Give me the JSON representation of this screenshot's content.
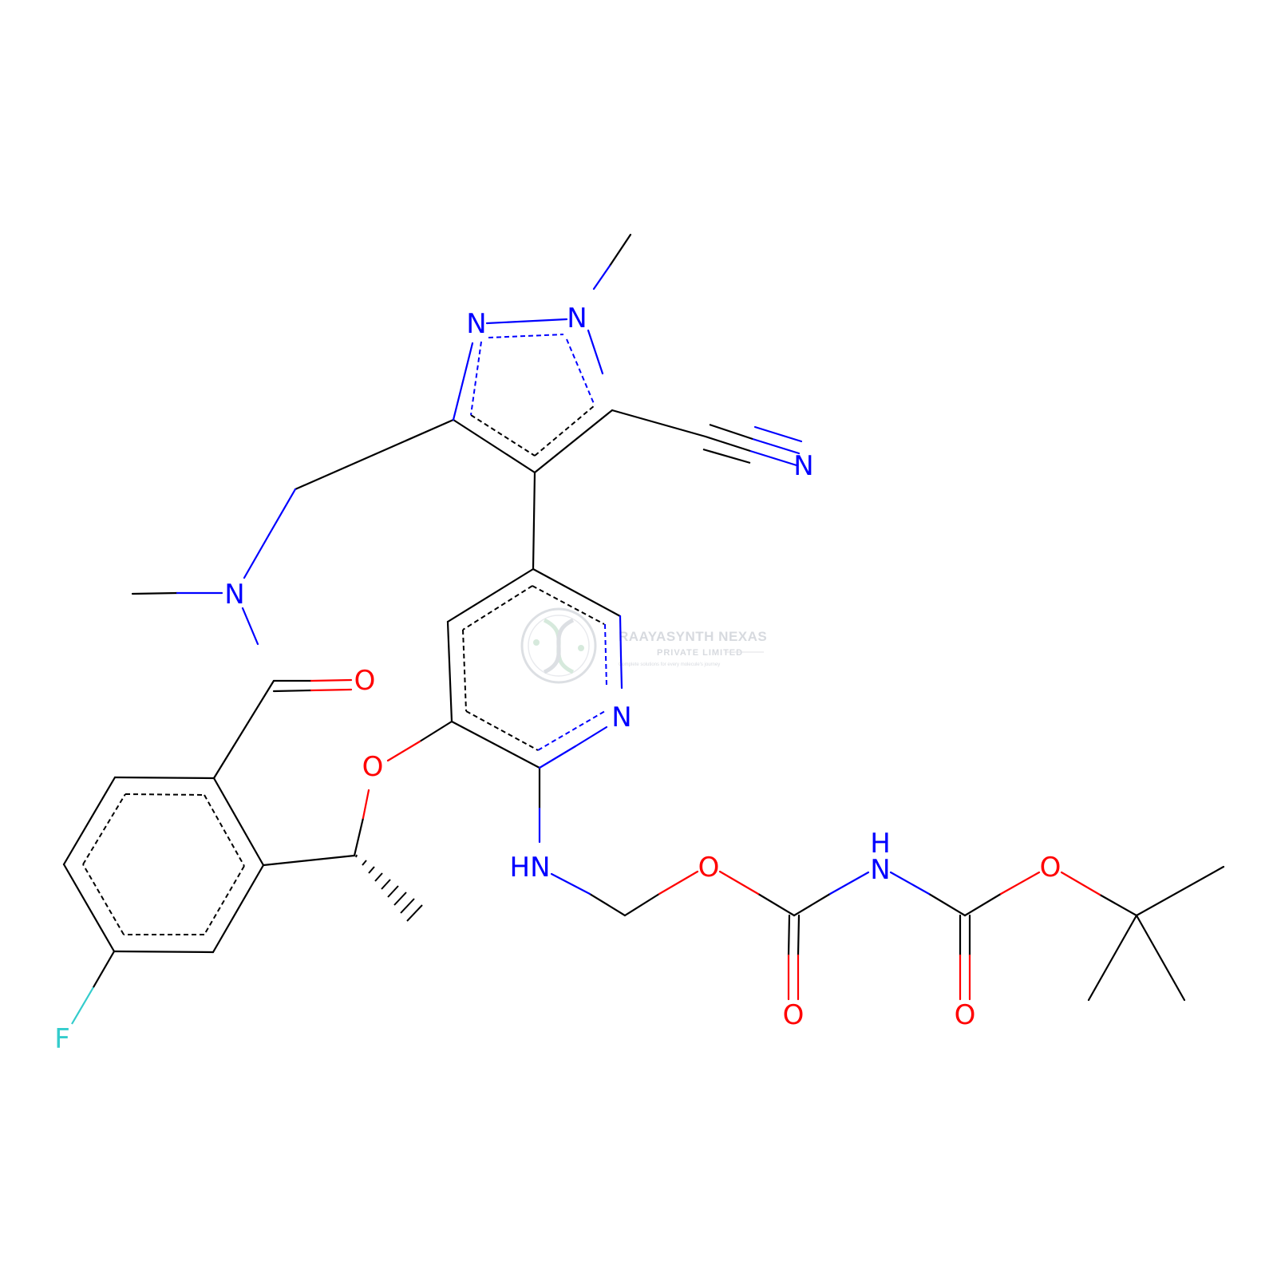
{
  "colors": {
    "bond": "#000000",
    "nitrogen": "#0000ff",
    "oxygen": "#ff0000",
    "fluorine": "#33cccc",
    "watermark": "#d7dadf"
  },
  "watermark": {
    "title": "RAAYASYNTH NEXAS",
    "subtitle": "PRIVATE LIMITED",
    "tagline": "Complete solutions for every molecule's journey"
  },
  "atoms": {
    "n_pyrazole_2": "N",
    "n_pyrazole_1": "N",
    "n_nitrile": "N",
    "n_amide": "N",
    "o_amide": "O",
    "n_pyridine": "N",
    "o_ether": "O",
    "nh_amine": "HN",
    "o_carbamate_1": "O",
    "nh_carbamate": "NH",
    "o_carbamate_2": "O",
    "o_carbonyl_1": "O",
    "o_carbonyl_2": "O",
    "fluorine": "F"
  }
}
